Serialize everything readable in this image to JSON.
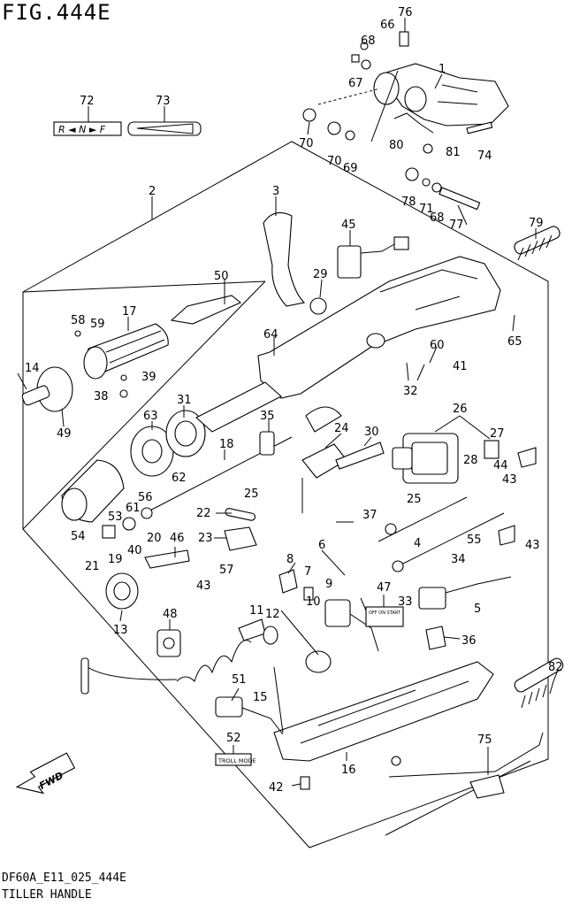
{
  "figure_title": "FIG.444E",
  "footer": {
    "code": "DF60A_E11_025_444E",
    "name": "TILLER HANDLE"
  },
  "labels": {
    "shift_decal": "R ◄ N ► F",
    "switch_decal": "OFF ON START",
    "troll_mode": "TROLL MODE",
    "fwd_arrow": "FWD"
  },
  "callouts": [
    {
      "id": "c1",
      "text": "1"
    },
    {
      "id": "c2",
      "text": "2"
    },
    {
      "id": "c3",
      "text": "3"
    },
    {
      "id": "c4",
      "text": "4"
    },
    {
      "id": "c5",
      "text": "5"
    },
    {
      "id": "c6",
      "text": "6"
    },
    {
      "id": "c7",
      "text": "7"
    },
    {
      "id": "c8",
      "text": "8"
    },
    {
      "id": "c9",
      "text": "9"
    },
    {
      "id": "c10",
      "text": "10"
    },
    {
      "id": "c11",
      "text": "11"
    },
    {
      "id": "c12",
      "text": "12"
    },
    {
      "id": "c13",
      "text": "13"
    },
    {
      "id": "c14",
      "text": "14"
    },
    {
      "id": "c15",
      "text": "15"
    },
    {
      "id": "c16",
      "text": "16"
    },
    {
      "id": "c17",
      "text": "17"
    },
    {
      "id": "c18",
      "text": "18"
    },
    {
      "id": "c19",
      "text": "19"
    },
    {
      "id": "c20",
      "text": "20"
    },
    {
      "id": "c21",
      "text": "21"
    },
    {
      "id": "c22",
      "text": "22"
    },
    {
      "id": "c23",
      "text": "23"
    },
    {
      "id": "c24",
      "text": "24"
    },
    {
      "id": "c25a",
      "text": "25"
    },
    {
      "id": "c25b",
      "text": "25"
    },
    {
      "id": "c26",
      "text": "26"
    },
    {
      "id": "c27",
      "text": "27"
    },
    {
      "id": "c28",
      "text": "28"
    },
    {
      "id": "c29",
      "text": "29"
    },
    {
      "id": "c30",
      "text": "30"
    },
    {
      "id": "c31",
      "text": "31"
    },
    {
      "id": "c32",
      "text": "32"
    },
    {
      "id": "c33",
      "text": "33"
    },
    {
      "id": "c34",
      "text": "34"
    },
    {
      "id": "c35",
      "text": "35"
    },
    {
      "id": "c36",
      "text": "36"
    },
    {
      "id": "c37",
      "text": "37"
    },
    {
      "id": "c38",
      "text": "38"
    },
    {
      "id": "c39",
      "text": "39"
    },
    {
      "id": "c40",
      "text": "40"
    },
    {
      "id": "c41",
      "text": "41"
    },
    {
      "id": "c42",
      "text": "42"
    },
    {
      "id": "c43a",
      "text": "43"
    },
    {
      "id": "c43b",
      "text": "43"
    },
    {
      "id": "c43c",
      "text": "43"
    },
    {
      "id": "c44",
      "text": "44"
    },
    {
      "id": "c45",
      "text": "45"
    },
    {
      "id": "c46",
      "text": "46"
    },
    {
      "id": "c47",
      "text": "47"
    },
    {
      "id": "c48",
      "text": "48"
    },
    {
      "id": "c49",
      "text": "49"
    },
    {
      "id": "c50",
      "text": "50"
    },
    {
      "id": "c51",
      "text": "51"
    },
    {
      "id": "c52",
      "text": "52"
    },
    {
      "id": "c53",
      "text": "53"
    },
    {
      "id": "c54",
      "text": "54"
    },
    {
      "id": "c55",
      "text": "55"
    },
    {
      "id": "c56",
      "text": "56"
    },
    {
      "id": "c57",
      "text": "57"
    },
    {
      "id": "c58",
      "text": "58"
    },
    {
      "id": "c59",
      "text": "59"
    },
    {
      "id": "c60",
      "text": "60"
    },
    {
      "id": "c61",
      "text": "61"
    },
    {
      "id": "c62",
      "text": "62"
    },
    {
      "id": "c63",
      "text": "63"
    },
    {
      "id": "c64",
      "text": "64"
    },
    {
      "id": "c65",
      "text": "65"
    },
    {
      "id": "c66",
      "text": "66"
    },
    {
      "id": "c67",
      "text": "67"
    },
    {
      "id": "c68a",
      "text": "68"
    },
    {
      "id": "c68b",
      "text": "68"
    },
    {
      "id": "c69",
      "text": "69"
    },
    {
      "id": "c70a",
      "text": "70"
    },
    {
      "id": "c70b",
      "text": "70"
    },
    {
      "id": "c71",
      "text": "71"
    },
    {
      "id": "c72",
      "text": "72"
    },
    {
      "id": "c73",
      "text": "73"
    },
    {
      "id": "c74",
      "text": "74"
    },
    {
      "id": "c75",
      "text": "75"
    },
    {
      "id": "c76",
      "text": "76"
    },
    {
      "id": "c77",
      "text": "77"
    },
    {
      "id": "c78",
      "text": "78"
    },
    {
      "id": "c79",
      "text": "79"
    },
    {
      "id": "c80",
      "text": "80"
    },
    {
      "id": "c81",
      "text": "81"
    },
    {
      "id": "c82",
      "text": "82"
    }
  ]
}
